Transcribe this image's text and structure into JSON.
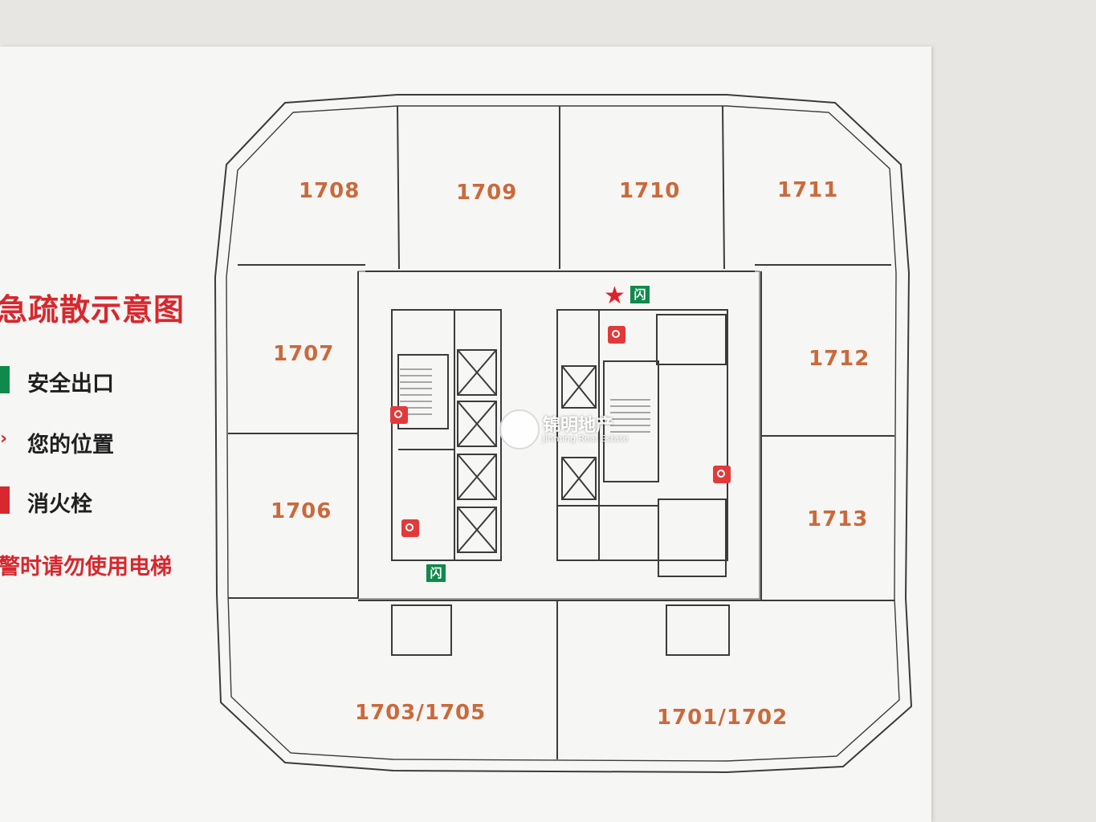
{
  "legend": {
    "title": "急疏散示意图",
    "items": [
      {
        "label": "安全出口",
        "color": "#0f8a4a"
      },
      {
        "label": "您的位置",
        "color": "#d6282e"
      },
      {
        "label": "消火栓",
        "color": "#d6282e"
      }
    ],
    "warning": "警时请勿使用电梯"
  },
  "rooms": {
    "r1708": "1708",
    "r1709": "1709",
    "r1710": "1710",
    "r1711": "1711",
    "r1707": "1707",
    "r1712": "1712",
    "r1706": "1706",
    "r1713": "1713",
    "r1703": "1703/1705",
    "r1701": "1701/1702"
  },
  "exit_sign_text": "闪",
  "watermark": {
    "cn": "锦明地产",
    "en": "Jinming Real Estate"
  },
  "colors": {
    "room_label": "#c96a3c",
    "exit": "#0f8a4a",
    "hydrant": "#e23a3a",
    "you_are_here": "#e0202a",
    "legend_title": "#d6282e"
  }
}
